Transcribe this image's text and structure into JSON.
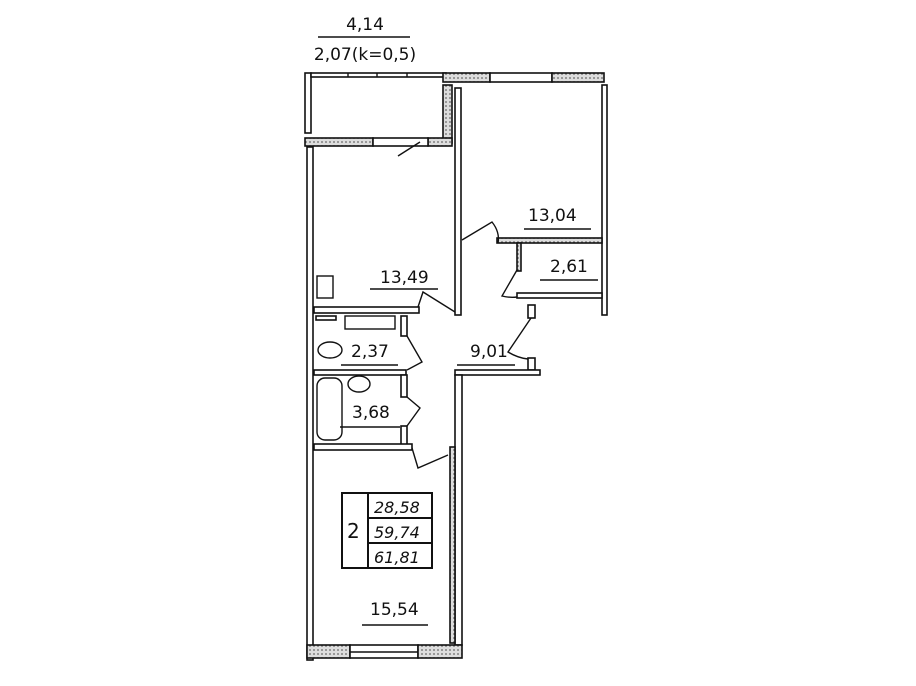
{
  "loggia": {
    "area": "4,14",
    "area_coef": "2,07(k=0,5)"
  },
  "rooms": {
    "kitchen": "13,49",
    "bedroom": "13,04",
    "closet": "2,61",
    "toilet": "2,37",
    "bathroom": "3,68",
    "hall": "9,01",
    "living_room": "15,54"
  },
  "summary": {
    "rooms_count": "2",
    "living_area": "28,58",
    "total_area": "59,74",
    "total_with_loggia": "61,81"
  }
}
